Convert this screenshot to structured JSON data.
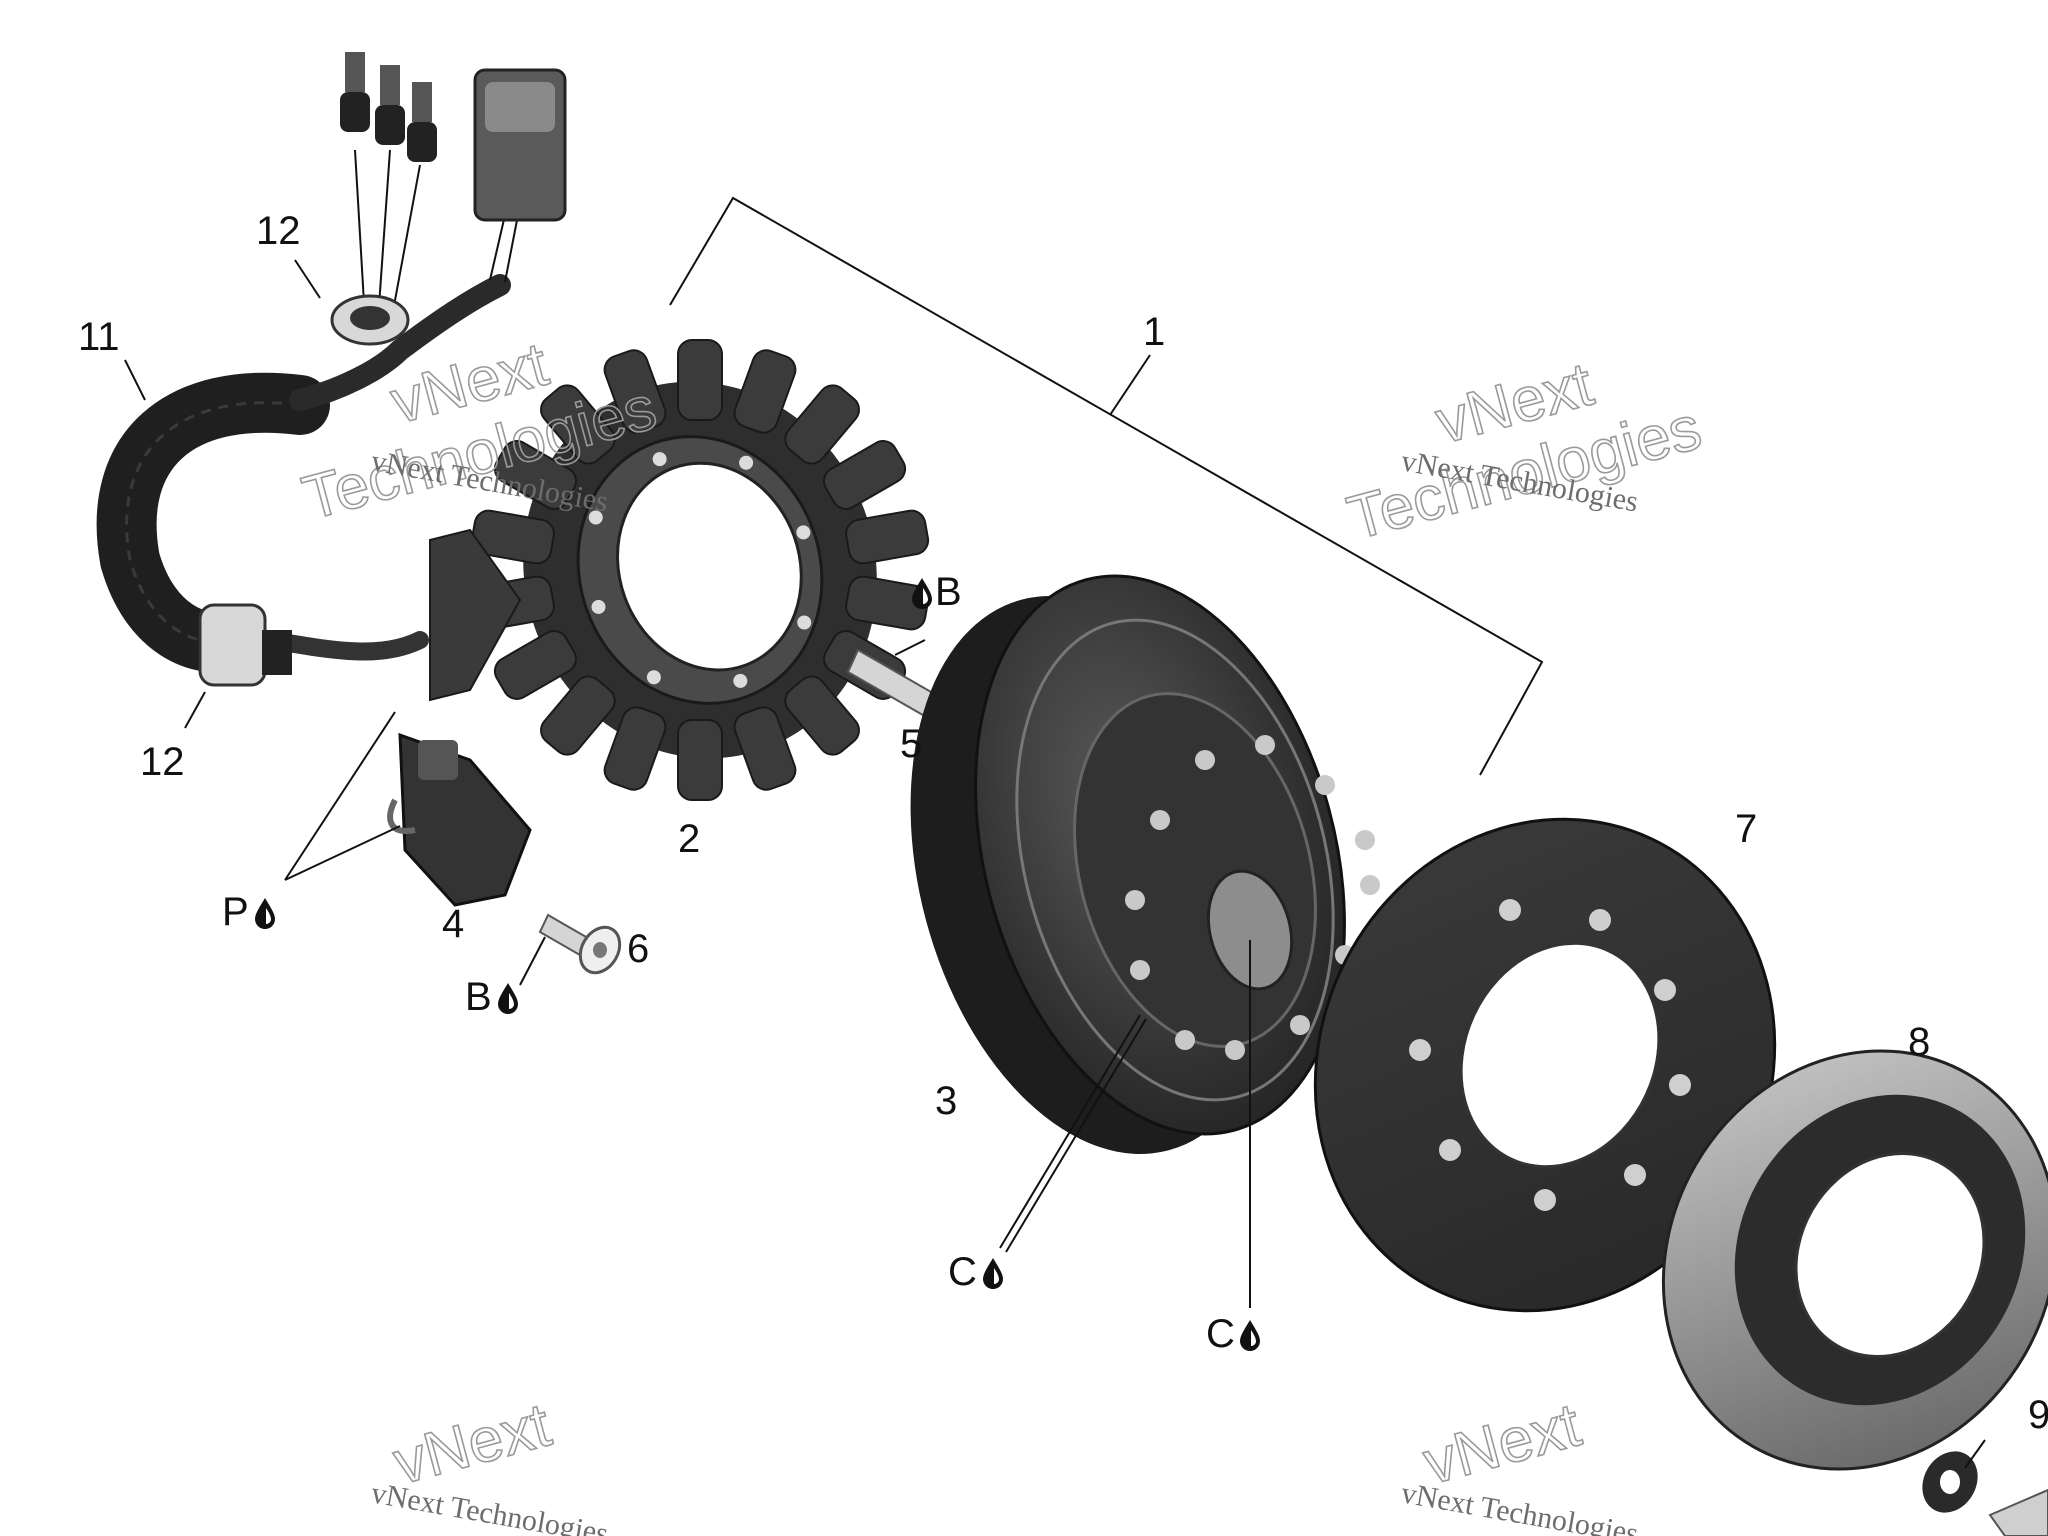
{
  "callouts": {
    "c1": "1",
    "c2": "2",
    "c3": "3",
    "c4": "4",
    "c5": "5",
    "c6": "6",
    "c7": "7",
    "c8": "8",
    "c9": "9",
    "c11": "11",
    "c12a": "12",
    "c12b": "12"
  },
  "lubricant_codes": {
    "b_top": "B",
    "b_bottom": "B",
    "p": "P",
    "c_left": "C",
    "c_right": "C"
  },
  "watermarks": {
    "line1": "vNext",
    "line2": "Technologies",
    "small": "vNext Technologies"
  },
  "colors": {
    "part_dark": "#2b2b2b",
    "part_mid": "#4a4a4a",
    "part_light": "#bdbdbd",
    "ink": "#111111"
  }
}
